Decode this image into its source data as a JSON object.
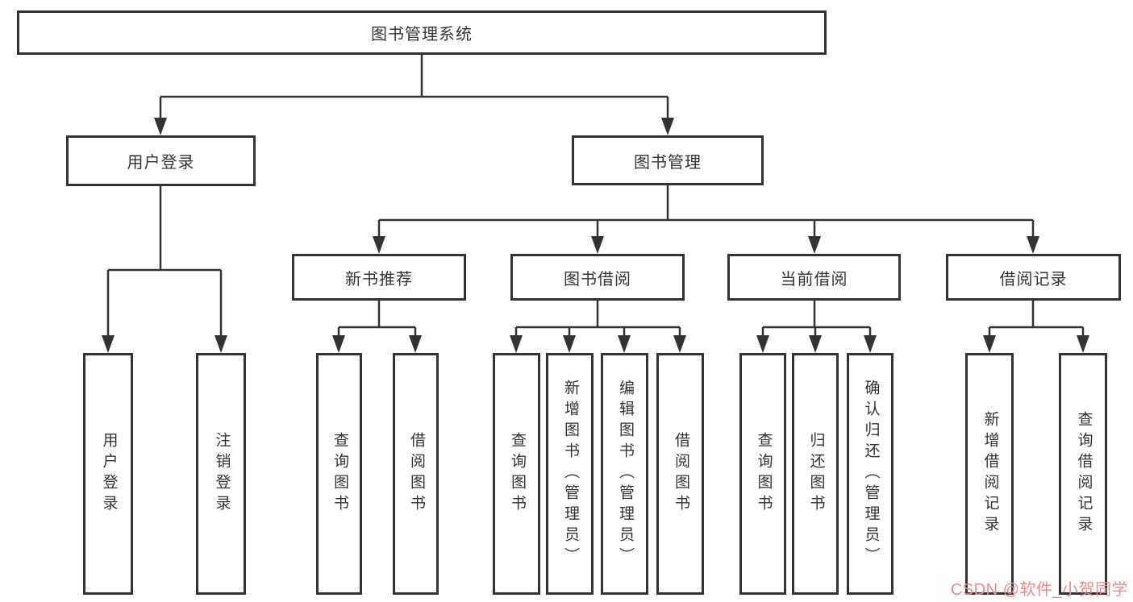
{
  "tree": {
    "label": "图书管理系统",
    "children": [
      {
        "label": "用户登录",
        "children": [
          {
            "label": "用户登录"
          },
          {
            "label": "注销登录"
          }
        ]
      },
      {
        "label": "图书管理",
        "children": [
          {
            "label": "新书推荐",
            "children": [
              {
                "label": "查询图书"
              },
              {
                "label": "借阅图书"
              }
            ]
          },
          {
            "label": "图书借阅",
            "children": [
              {
                "label": "查询图书"
              },
              {
                "label": "新增图书（管理员）"
              },
              {
                "label": "编辑图书（管理员）"
              },
              {
                "label": "借阅图书"
              }
            ]
          },
          {
            "label": "当前借阅",
            "children": [
              {
                "label": "查询图书"
              },
              {
                "label": "归还图书"
              },
              {
                "label": "确认归还（管理员）"
              }
            ]
          },
          {
            "label": "借阅记录",
            "children": [
              {
                "label": "新增借阅记录"
              },
              {
                "label": "查询借阅记录"
              }
            ]
          }
        ]
      }
    ]
  },
  "watermark": {
    "text": "CSDN @软件_小贺同学",
    "color": "#e88d8d"
  },
  "colors": {
    "line": "#333333",
    "box_border": "#333333",
    "text": "#333333",
    "background": "#ffffff"
  }
}
